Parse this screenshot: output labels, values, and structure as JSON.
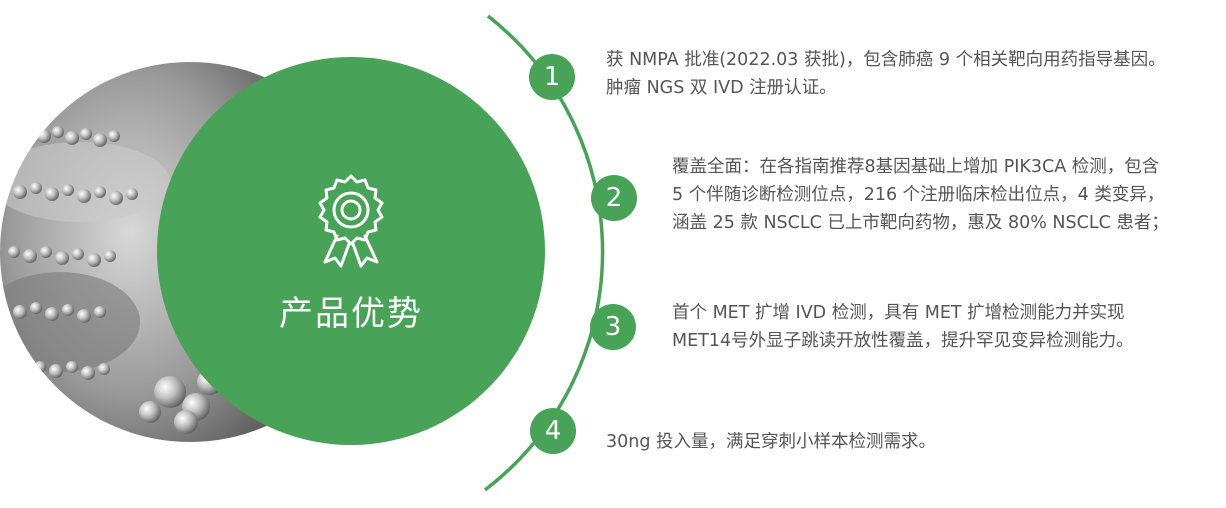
{
  "title": "产品优势",
  "icon": "award-ribbon-icon",
  "accent_color": "#48a257",
  "items": [
    {
      "number": "1",
      "lines": [
        "获 NMPA 批准(2022.03 获批)，包含肺癌 9 个相关靶向用药指导基因。",
        "肿瘤 NGS 双 IVD 注册认证。"
      ]
    },
    {
      "number": "2",
      "lines": [
        "覆盖全面：在各指南推荐8基因基础上增加 PIK3CA 检测，包含",
        "5 个伴随诊断检测位点，216 个注册临床检出位点，4 类变异，",
        "涵盖 25 款 NSCLC 已上市靶向药物，惠及 80% NSCLC 患者；"
      ]
    },
    {
      "number": "3",
      "lines": [
        "首个 MET 扩增 IVD 检测，具有 MET 扩增检测能力并实现",
        "MET14号外显子跳读开放性覆盖，提升罕见变异检测能力。"
      ]
    },
    {
      "number": "4",
      "lines": [
        "30ng 投入量，满足穿刺小样本检测需求。"
      ]
    }
  ]
}
